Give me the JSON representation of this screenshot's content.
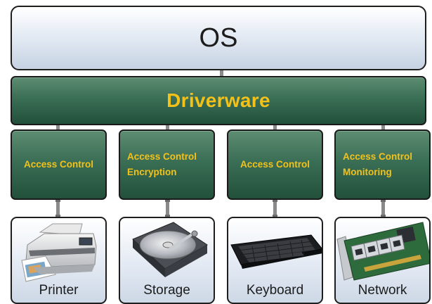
{
  "os": {
    "label": "OS"
  },
  "driverware": {
    "label": "Driverware"
  },
  "modules": [
    {
      "lines": [
        "Access Control"
      ]
    },
    {
      "lines": [
        "Access Control",
        "Encryption"
      ]
    },
    {
      "lines": [
        "Access Control"
      ]
    },
    {
      "lines": [
        "Access Control",
        "Monitoring"
      ]
    }
  ],
  "devices": [
    {
      "label": "Printer",
      "icon": "printer-icon"
    },
    {
      "label": "Storage",
      "icon": "hard-drive-icon"
    },
    {
      "label": "Keyboard",
      "icon": "keyboard-icon"
    },
    {
      "label": "Network",
      "icon": "network-card-icon"
    }
  ],
  "colors": {
    "accent_text": "#f3c21a",
    "green_block": "#2f5f47",
    "os_block": "#dfe7f1"
  }
}
